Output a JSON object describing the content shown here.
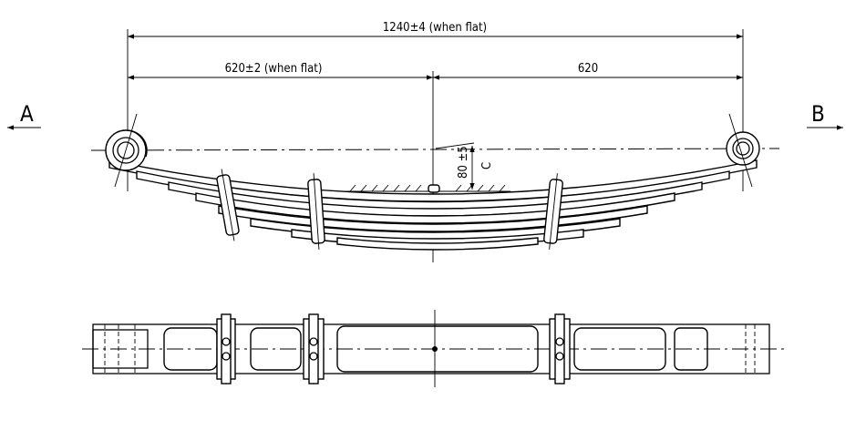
{
  "dimensions": {
    "overall_length": "1240±4 (when flat)",
    "left_half": "620±2 (when flat)",
    "right_half": "620",
    "camber": "80 ±5",
    "camber_label": "C"
  },
  "view_labels": {
    "left": "A",
    "right": "B"
  }
}
